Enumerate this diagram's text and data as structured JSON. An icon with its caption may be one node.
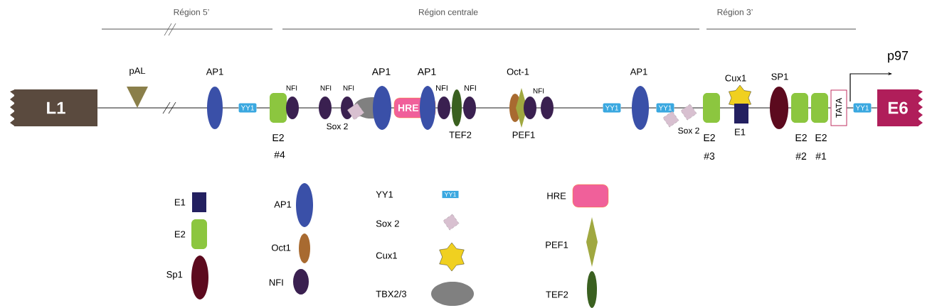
{
  "diagram": {
    "nodes": [
      {
        "text": [
          "L1"
        ]
      },
      {
        "text": [
          "YY1"
        ]
      },
      {
        "text": [
          "HRE"
        ]
      },
      {
        "text": [
          "YY1"
        ]
      },
      {
        "text": [
          "YY1"
        ]
      },
      {
        "text": [
          "TATA"
        ]
      },
      {
        "text": [
          "YY1"
        ]
      },
      {
        "text": [
          "E6"
        ]
      }
    ],
    "edges": [
      {
        "from": 0,
        "to": 1,
        "arrow": "none"
      },
      {
        "from": 1,
        "to": 2,
        "arrow": "none"
      },
      {
        "from": 2,
        "to": 3,
        "arrow": "none"
      },
      {
        "from": 3,
        "to": 4,
        "arrow": "none"
      },
      {
        "from": 4,
        "to": 5,
        "arrow": "none"
      },
      {
        "from": 5,
        "to": 6,
        "arrow": "none"
      },
      {
        "from": 6,
        "to": 7,
        "arrow": "none"
      }
    ],
    "labels": [
      "Région 5’",
      "Région centrale",
      "Région 3’",
      "p97",
      "pAL",
      "AP1",
      "NFI",
      "E2",
      "#4",
      "NFI",
      "NFI",
      "Sox 2",
      "AP1",
      "AP1",
      "NFI",
      "NFI",
      "TEF2",
      "Oct-1",
      "PEF1",
      "NFI",
      "AP1",
      "Sox 2",
      "Cux1",
      "E2",
      "#3",
      "E1",
      "SP1",
      "E2",
      "E2",
      "#2",
      "#1",
      "YY1"
    ],
    "legend": [
      {
        "text": "E1",
        "color": "#232060"
      },
      {
        "text": "E2",
        "color": "#8cc63f"
      },
      {
        "text": "Sp1",
        "color": "#5c0a1e"
      },
      {
        "text": "AP1",
        "color": "#3a50a8"
      },
      {
        "text": "Oct1",
        "color": "#a86a30"
      },
      {
        "text": "NFI",
        "color": "#3a2050"
      },
      {
        "text": "YY1",
        "color": "#3aa8e0"
      },
      {
        "text": "Sox 2",
        "color": "#d8c0d0"
      },
      {
        "text": "Cux1",
        "color": "#f0d020"
      },
      {
        "text": "TBX2/3",
        "color": "#808080"
      },
      {
        "text": "HRE",
        "color": "#f0609a"
      },
      {
        "text": "PEF1",
        "color": "#a0a840"
      },
      {
        "text": "TEF2",
        "color": "#3a6020"
      }
    ]
  }
}
